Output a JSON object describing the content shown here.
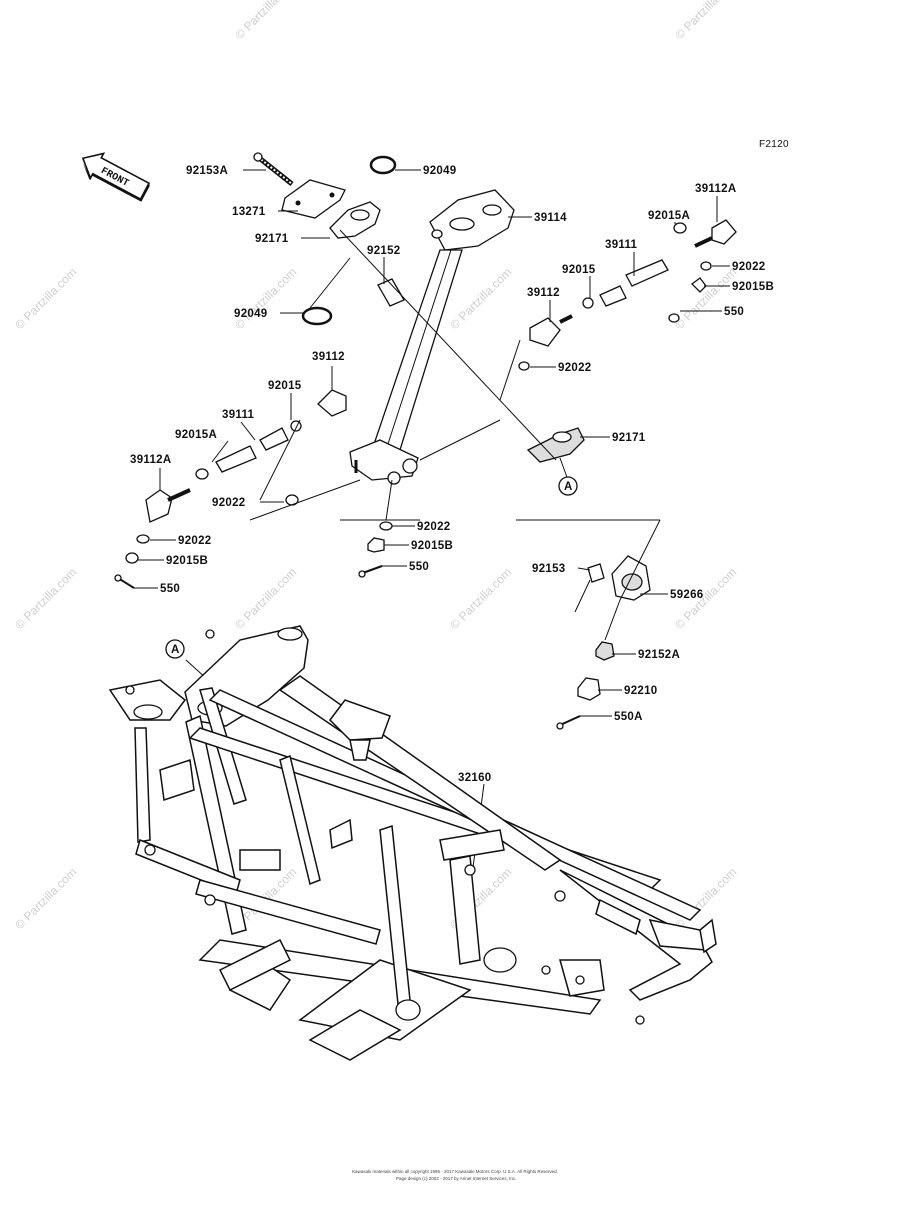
{
  "figure_code": "F2120",
  "front_label": "FRONT",
  "watermark": "© Partzilla.com",
  "footer": [
    "Kawasaki materials within all copyright 1995 - 2017 Kawasaki Motors Corp. U.S.A. All Rights Reserved.",
    "Page design (c) 2002 - 2017 by Arinet Internet Services, Inc."
  ],
  "callouts": {
    "c_92153A": "92153A",
    "c_13271": "13271",
    "c_92171a": "92171",
    "c_92049a": "92049",
    "c_92049b": "92049",
    "c_92152": "92152",
    "c_39114": "39114",
    "c_39112A_r": "39112A",
    "c_92015A_r": "92015A",
    "c_39111_r": "39111",
    "c_92015_r": "92015",
    "c_39112_r": "39112",
    "c_92022_r1": "92022",
    "c_92015B_r": "92015B",
    "c_550_r": "550",
    "c_92022_r2": "92022",
    "c_39112_l": "39112",
    "c_92015_l": "92015",
    "c_39111_l": "39111",
    "c_92015A_l": "92015A",
    "c_39112A_l": "39112A",
    "c_92022_l1": "92022",
    "c_92022_l2": "92022",
    "c_92015B_l": "92015B",
    "c_550_l": "550",
    "c_92171b": "92171",
    "c_A1": "A",
    "c_92022_c": "92022",
    "c_92015B_c": "92015B",
    "c_550_c": "550",
    "c_92153": "92153",
    "c_59266": "59266",
    "c_92152A": "92152A",
    "c_92210": "92210",
    "c_550A": "550A",
    "c_A2": "A",
    "c_32160": "32160"
  }
}
